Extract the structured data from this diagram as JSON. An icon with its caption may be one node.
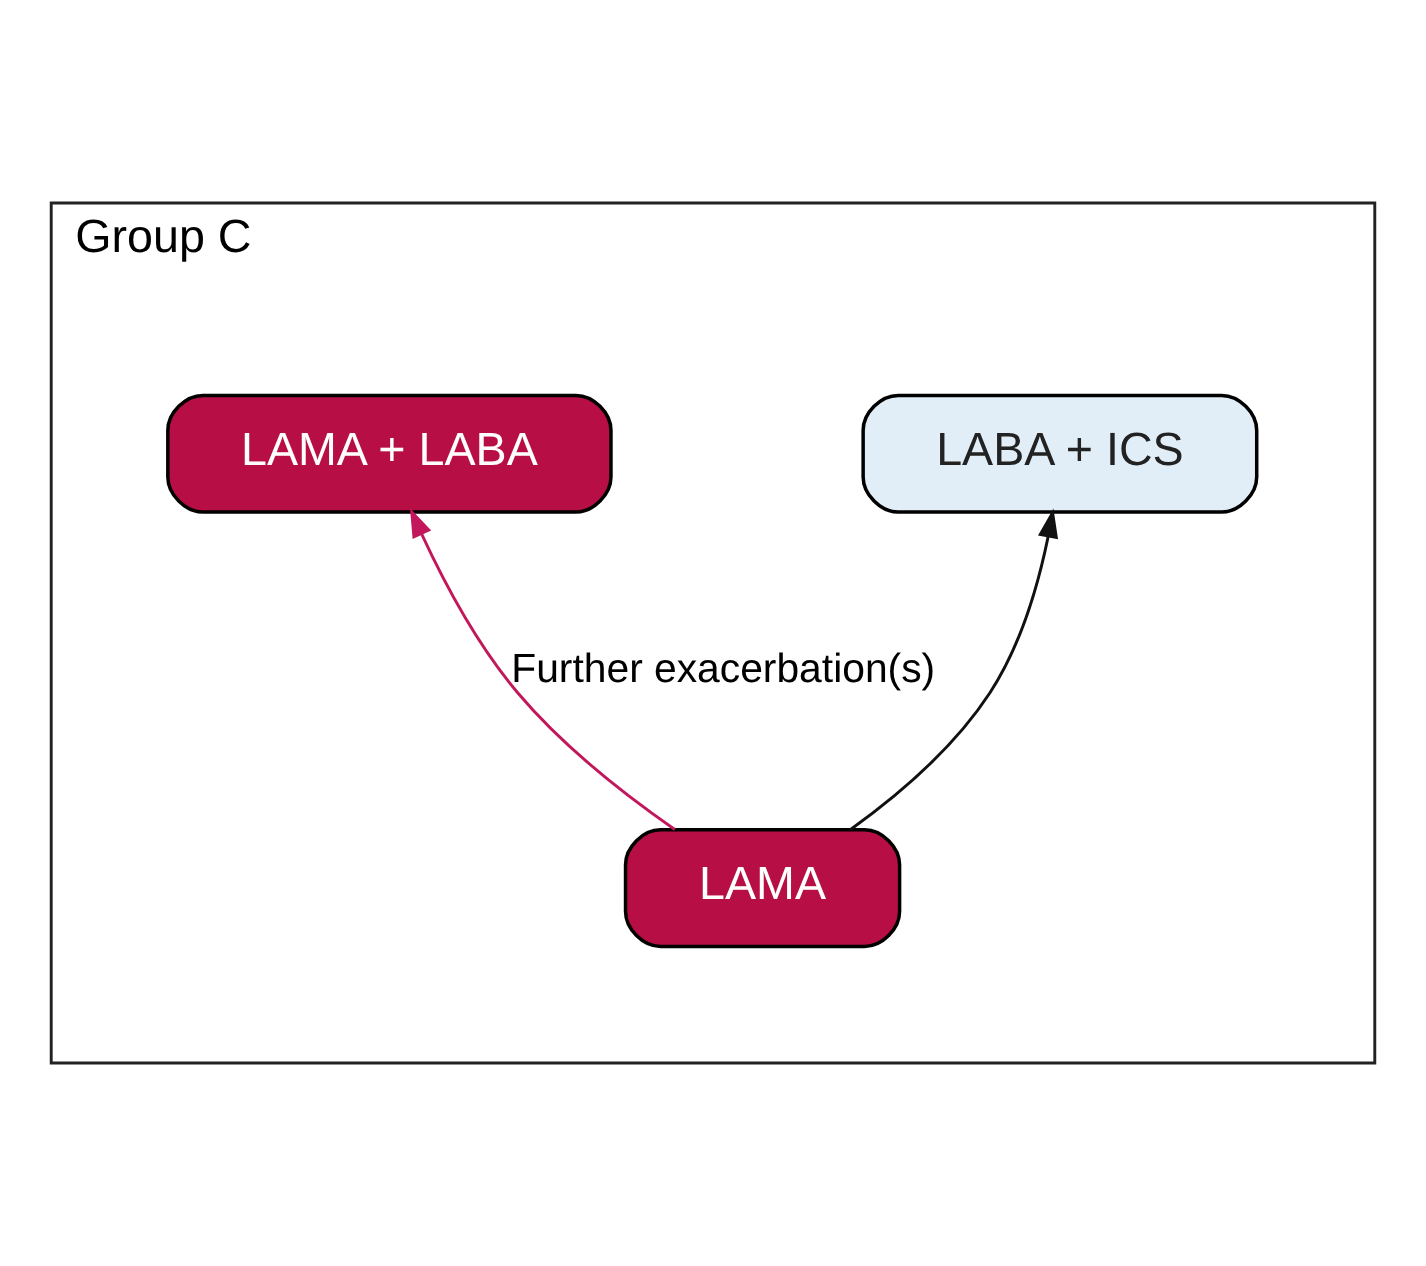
{
  "diagram": {
    "nodes": [
      {
        "text": [
          "Group C"
        ]
      },
      {
        "text": [
          "LAMA + LABA"
        ],
        "in": 0
      },
      {
        "text": [
          "LABA + ICS"
        ],
        "in": 0
      },
      {
        "text": [
          "LAMA"
        ],
        "in": 0
      }
    ],
    "edges": [
      {
        "from": 3,
        "to": 1,
        "arrow": "to",
        "label": "Further exacerbation(s)",
        "color": "#c2185b"
      },
      {
        "from": 3,
        "to": 2,
        "arrow": "to",
        "color": "#111111"
      }
    ]
  }
}
